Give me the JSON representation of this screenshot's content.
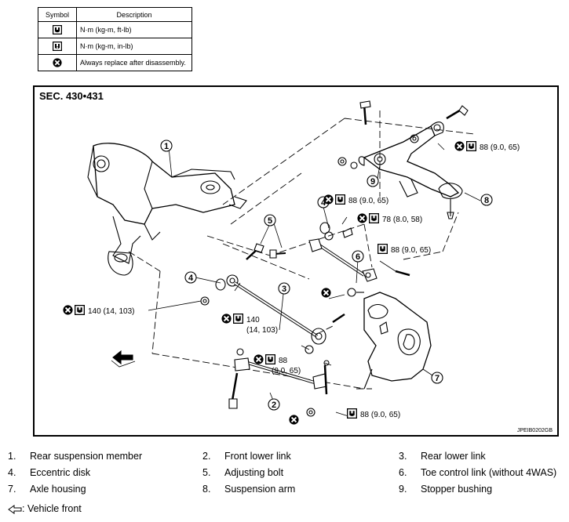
{
  "legend": {
    "headers": {
      "symbol": "Symbol",
      "description": "Description"
    },
    "rows": [
      {
        "icon": "torque-ft-lb-icon",
        "text": "N·m (kg-m, ft-lb)"
      },
      {
        "icon": "torque-in-lb-icon",
        "text": "N·m (kg-m, in-lb)"
      },
      {
        "icon": "always-replace-icon",
        "text": "Always replace after disassembly."
      }
    ]
  },
  "diagram": {
    "section": "SEC. 430•431",
    "code": "JPEIB0202GB",
    "callouts": [
      "1",
      "2",
      "3",
      "4",
      "4",
      "5",
      "6",
      "7",
      "8",
      "9"
    ],
    "torques": {
      "t88_top": "88 (9.0, 65)",
      "t88_stopper": "88 (9.0, 65)",
      "t78": "78 (8.0, 58)",
      "t88_toe": "88 (9.0, 65)",
      "t140_left": "140 (14, 103)",
      "t140_mid_a": "140",
      "t140_mid_b": "(14, 103)",
      "t88_front_a": "88",
      "t88_front_b": "(9.0, 65)",
      "t88_bottom": "88 (9.0, 65)"
    }
  },
  "parts": [
    {
      "num": "1.",
      "name": "Rear suspension member"
    },
    {
      "num": "2.",
      "name": "Front lower link"
    },
    {
      "num": "3.",
      "name": "Rear lower link"
    },
    {
      "num": "4.",
      "name": "Eccentric disk"
    },
    {
      "num": "5.",
      "name": "Adjusting bolt"
    },
    {
      "num": "6.",
      "name": "Toe control link (without 4WAS)"
    },
    {
      "num": "7.",
      "name": "Axle housing"
    },
    {
      "num": "8.",
      "name": "Suspension arm"
    },
    {
      "num": "9.",
      "name": "Stopper bushing"
    }
  ],
  "front_label": ": Vehicle front"
}
